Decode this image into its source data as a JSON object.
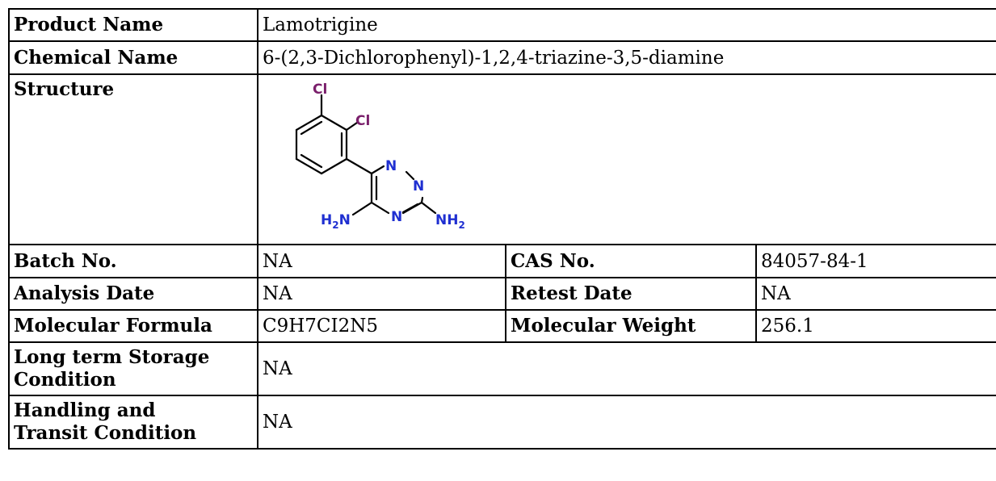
{
  "rows": {
    "product_name": {
      "label": "Product Name",
      "value": "Lamotrigine"
    },
    "chemical_name": {
      "label": "Chemical Name",
      "value": "6-(2,3-Dichlorophenyl)-1,2,4-triazine-3,5-diamine"
    },
    "structure": {
      "label": "Structure",
      "atoms": {
        "cl_top": "Cl",
        "cl_right": "Cl",
        "n1": "N",
        "n2": "N",
        "n4": "N",
        "h2n": "H",
        "h2n_sub": "2",
        "h2n_n": "N",
        "nh2_n": "NH",
        "nh2_sub": "2"
      },
      "colors": {
        "chlorine": "#7a1f6b",
        "nitrogen": "#1f2fd1",
        "bond": "#000000"
      }
    },
    "batch": {
      "label": "Batch No.",
      "value": "NA",
      "label2": "CAS No.",
      "value2": "84057-84-1"
    },
    "analysis": {
      "label": "Analysis Date",
      "value": "NA",
      "label2": "Retest Date",
      "value2": "NA"
    },
    "formula": {
      "label": "Molecular Formula",
      "value": "C9H7CI2N5",
      "label2": "Molecular Weight",
      "value2": "256.1"
    },
    "storage": {
      "label_line1": "Long term Storage",
      "label_line2": "Condition",
      "value": "NA"
    },
    "handling": {
      "label_line1": "Handling and",
      "label_line2": "Transit Condition",
      "value": "NA"
    }
  }
}
